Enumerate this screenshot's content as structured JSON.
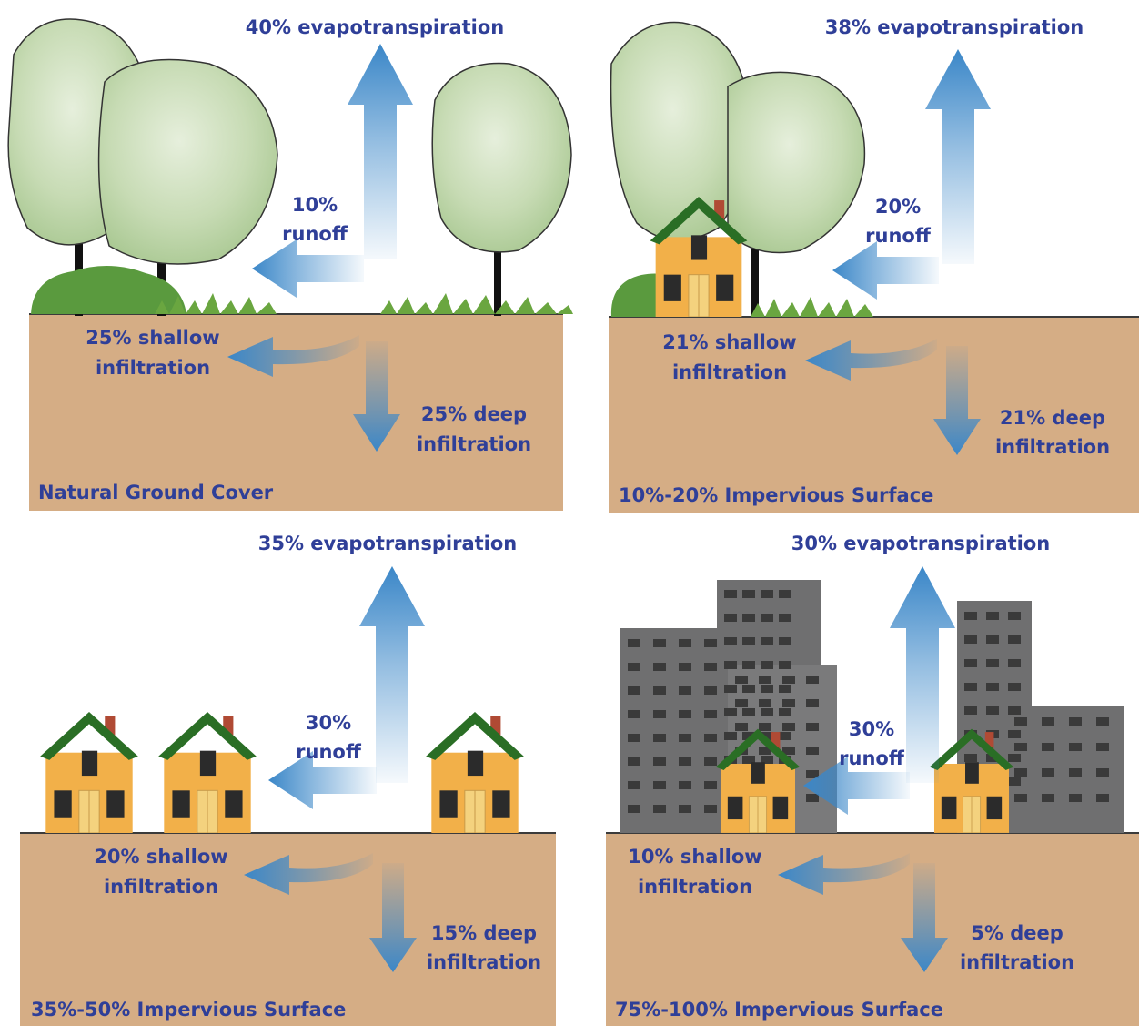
{
  "colors": {
    "label": "#2f3f98",
    "arrow": "#3b87c8",
    "soil": "#d5ad85",
    "ground_line": "#3b3b3b",
    "house_wall": "#f2b049",
    "house_roof": "#2a6e25",
    "house_window": "#2b2b2b",
    "house_door": "#f4d27e",
    "chimney": "#b04a34",
    "building": "#6f6f70",
    "building_window": "#3a3a3a",
    "tree_canopy": "#c9dcb8",
    "shrub": "#5a9a3e",
    "grass": "#6aa640"
  },
  "panels": [
    {
      "id": "natural",
      "surface_label": "Natural Ground Cover",
      "evapotranspiration": "40% evapotranspiration",
      "runoff": [
        "10%",
        "runoff"
      ],
      "shallow": [
        "25% shallow",
        "infiltration"
      ],
      "deep": [
        "25% deep",
        "infiltration"
      ],
      "scene": "trees"
    },
    {
      "id": "impervious-10-20",
      "surface_label": "10%-20% Impervious Surface",
      "evapotranspiration": "38% evapotranspiration",
      "runoff": [
        "20%",
        "runoff"
      ],
      "shallow": [
        "21% shallow",
        "infiltration"
      ],
      "deep": [
        "21% deep",
        "infiltration"
      ],
      "scene": "trees-house"
    },
    {
      "id": "impervious-35-50",
      "surface_label": "35%-50% Impervious Surface",
      "evapotranspiration": "35% evapotranspiration",
      "runoff": [
        "30%",
        "runoff"
      ],
      "shallow": [
        "20% shallow",
        "infiltration"
      ],
      "deep": [
        "15% deep",
        "infiltration"
      ],
      "scene": "houses"
    },
    {
      "id": "impervious-75-100",
      "surface_label": "75%-100% Impervious Surface",
      "evapotranspiration": "30% evapotranspiration",
      "runoff": [
        "30%",
        "runoff"
      ],
      "shallow": [
        "10% shallow",
        "infiltration"
      ],
      "deep": [
        "5% deep",
        "infiltration"
      ],
      "scene": "city"
    }
  ]
}
